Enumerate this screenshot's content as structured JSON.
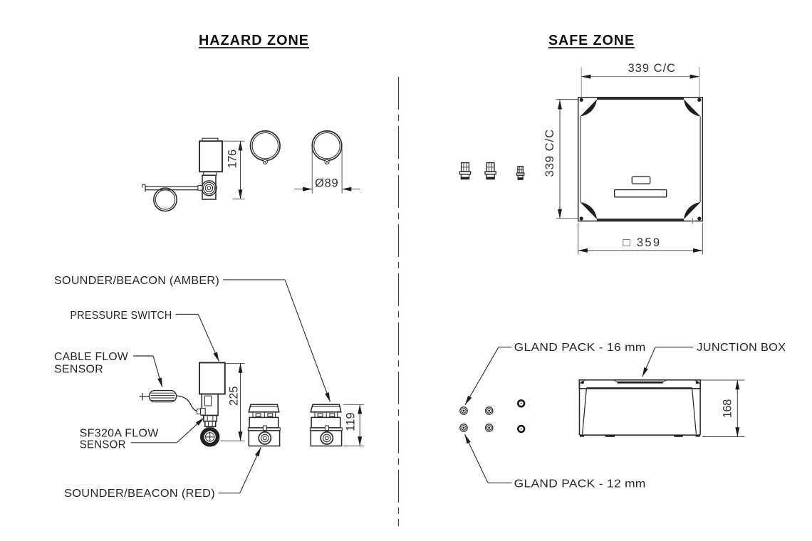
{
  "hazard": {
    "title": "HAZARD ZONE",
    "labels": {
      "sounder_amber": "SOUNDER/BEACON (AMBER)",
      "pressure_switch": "PRESSURE SWITCH",
      "cable_flow_1": "CABLE FLOW",
      "cable_flow_2": "SENSOR",
      "sf320a_1": "SF320A FLOW",
      "sf320a_2": "SENSOR",
      "sounder_red": "SOUNDER/BEACON (RED)"
    },
    "dims": {
      "switch_height": "176",
      "beacon_dia": "Ø89",
      "assembly_height": "225",
      "beacon_height": "119"
    }
  },
  "safe": {
    "title": "SAFE ZONE",
    "labels": {
      "gland_16": "GLAND PACK - 16 mm",
      "junction_box": "JUNCTION BOX",
      "gland_12": "GLAND PACK - 12 mm"
    },
    "dims": {
      "width_cc": "339 C/C",
      "height_cc": "339 C/C",
      "outer_square": "□ 359",
      "side_height": "168"
    }
  },
  "colors": {
    "line": "#2a2a2a",
    "dim_line": "#4a4a4a",
    "ext_line": "#8c8c8c",
    "background": "#ffffff"
  }
}
